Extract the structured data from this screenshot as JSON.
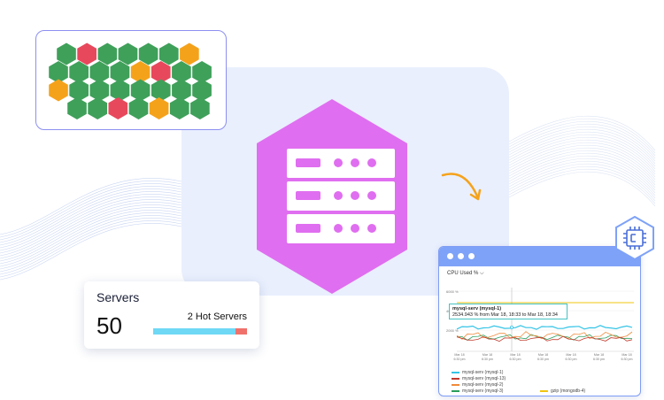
{
  "servers_card": {
    "title": "Servers",
    "count": "50",
    "hot_label": "2 Hot Servers",
    "hot_fraction": 0.12
  },
  "hex_grid": {
    "colors": {
      "ok": "#3fa05a",
      "hot": "#e8485c",
      "warn": "#f5a21b"
    },
    "statuses": [
      [
        "ok",
        "hot",
        "ok",
        "ok",
        "ok",
        "ok",
        "warn"
      ],
      [
        "ok",
        "ok",
        "ok",
        "ok",
        "warn",
        "hot",
        "ok",
        "ok"
      ],
      [
        "warn",
        "ok",
        "ok",
        "ok",
        "ok",
        "ok",
        "ok",
        "ok"
      ],
      [
        "ok",
        "ok",
        "hot",
        "ok",
        "warn",
        "ok",
        "ok"
      ]
    ]
  },
  "central_icon": {
    "name": "server-stack-icon",
    "color": "#e06ef0"
  },
  "chart_window": {
    "metric_label": "CPU Used % ⌵",
    "tooltip": {
      "series": "mysql-serv (mysql-1)",
      "detail": "2534.943 % from Mar 18, 18:33 to Mar 18, 18:34"
    },
    "y_ticks": [
      "6000 %",
      "4000 %",
      "2000 %"
    ],
    "x_ticks": [
      {
        "date": "Mar 18",
        "time": "6:30 pm"
      },
      {
        "date": "Mar 18",
        "time": "6:30 pm"
      },
      {
        "date": "Mar 18",
        "time": "6:30 pm"
      },
      {
        "date": "Mar 18",
        "time": "6:30 pm"
      },
      {
        "date": "Mar 18",
        "time": "6:30 pm"
      },
      {
        "date": "Mar 18",
        "time": "6:30 pm"
      },
      {
        "date": "Mar 18",
        "time": "6:30 pm"
      }
    ],
    "legend": [
      {
        "label": "mysql-serv (mysql-1)",
        "color": "#35c4e6"
      },
      {
        "label": "mysql-serv (mysql-13)",
        "color": "#c0392b"
      },
      {
        "label": "mysql-serv (mysql-2)",
        "color": "#f08a3c"
      },
      {
        "label": "mysql-serv (mysql-3)",
        "color": "#2a9d5c"
      },
      {
        "label": "gzip (mongodb-4)",
        "color": "#f1c40f"
      }
    ]
  },
  "badge": {
    "icon": "cpu-chip-icon"
  }
}
